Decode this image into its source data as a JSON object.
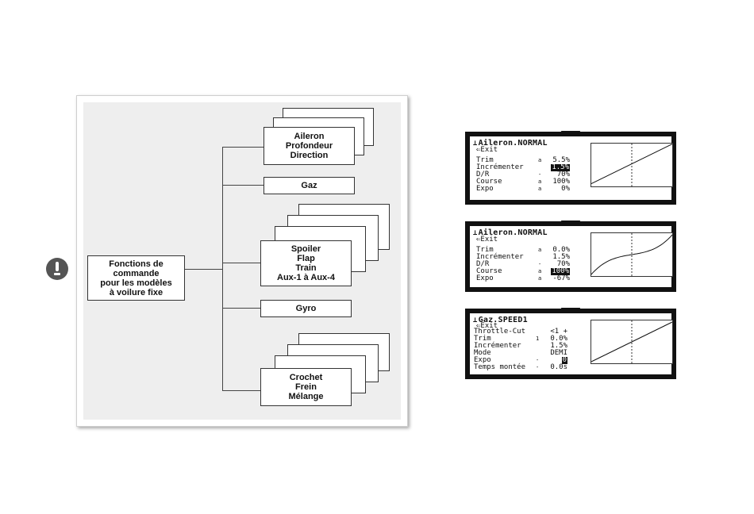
{
  "diagram": {
    "root": [
      "Fonctions de",
      "commande",
      "pour les modèles",
      "à voilure fixe"
    ],
    "groups": [
      [
        "Aileron",
        "Profondeur",
        "Direction"
      ],
      [
        "Gaz"
      ],
      [
        "Spoiler",
        "Flap",
        "Train",
        "Aux-1 à Aux-4"
      ],
      [
        "Gyro"
      ],
      [
        "Crochet",
        "Frein",
        "Mélange"
      ]
    ]
  },
  "icons": {
    "warning": "exclamation-icon",
    "pin": "pin-icon",
    "exit": "return-arrow-icon"
  },
  "screens": [
    {
      "title": "Aileron.NORMAL",
      "exit": "Exit",
      "rows": [
        {
          "label": "Trim",
          "indicator": "a",
          "value": "5.5%",
          "highlight": false
        },
        {
          "label": " Incrémenter",
          "indicator": "",
          "value": "1.5%",
          "highlight": true
        },
        {
          "label": "D/R",
          "indicator": "-",
          "value": "70%",
          "highlight": false
        },
        {
          "label": "Course",
          "indicator": "a",
          "value": "100%",
          "highlight": false
        },
        {
          "label": "Expo",
          "indicator": "a",
          "value": "0%",
          "highlight": false
        }
      ],
      "curve_expo": 0,
      "curve_trim": 0.055
    },
    {
      "title": "Aileron.NORMAL",
      "exit": "Exit",
      "rows": [
        {
          "label": "Trim",
          "indicator": "a",
          "value": "0.0%",
          "highlight": false
        },
        {
          "label": " Incrémenter",
          "indicator": "",
          "value": "1.5%",
          "highlight": false
        },
        {
          "label": "D/R",
          "indicator": "-",
          "value": "70%",
          "highlight": false
        },
        {
          "label": "Course",
          "indicator": "a",
          "value": "100%",
          "highlight": true
        },
        {
          "label": "Expo",
          "indicator": "a",
          "value": "-67%",
          "highlight": false
        }
      ],
      "curve_expo": -0.67,
      "curve_trim": 0
    },
    {
      "title": "Gaz.SPEED1",
      "exit": "Exit",
      "rows": [
        {
          "label": "Throttle-Cut",
          "indicator": "",
          "value": "<1 +",
          "highlight": false
        },
        {
          "label": "Trim",
          "indicator": "1",
          "value": "0.0%",
          "highlight": false
        },
        {
          "label": " Incrémenter",
          "indicator": "",
          "value": "1.5%",
          "highlight": false
        },
        {
          "label": " Mode",
          "indicator": "",
          "value": "DEMI",
          "highlight": false
        },
        {
          "label": "Expo",
          "indicator": "-",
          "value": "0",
          "highlight": true
        },
        {
          "label": "Temps montée",
          "indicator": "-",
          "value": "0.0s",
          "highlight": false
        }
      ],
      "curve_expo": 0,
      "curve_trim": 0
    }
  ]
}
